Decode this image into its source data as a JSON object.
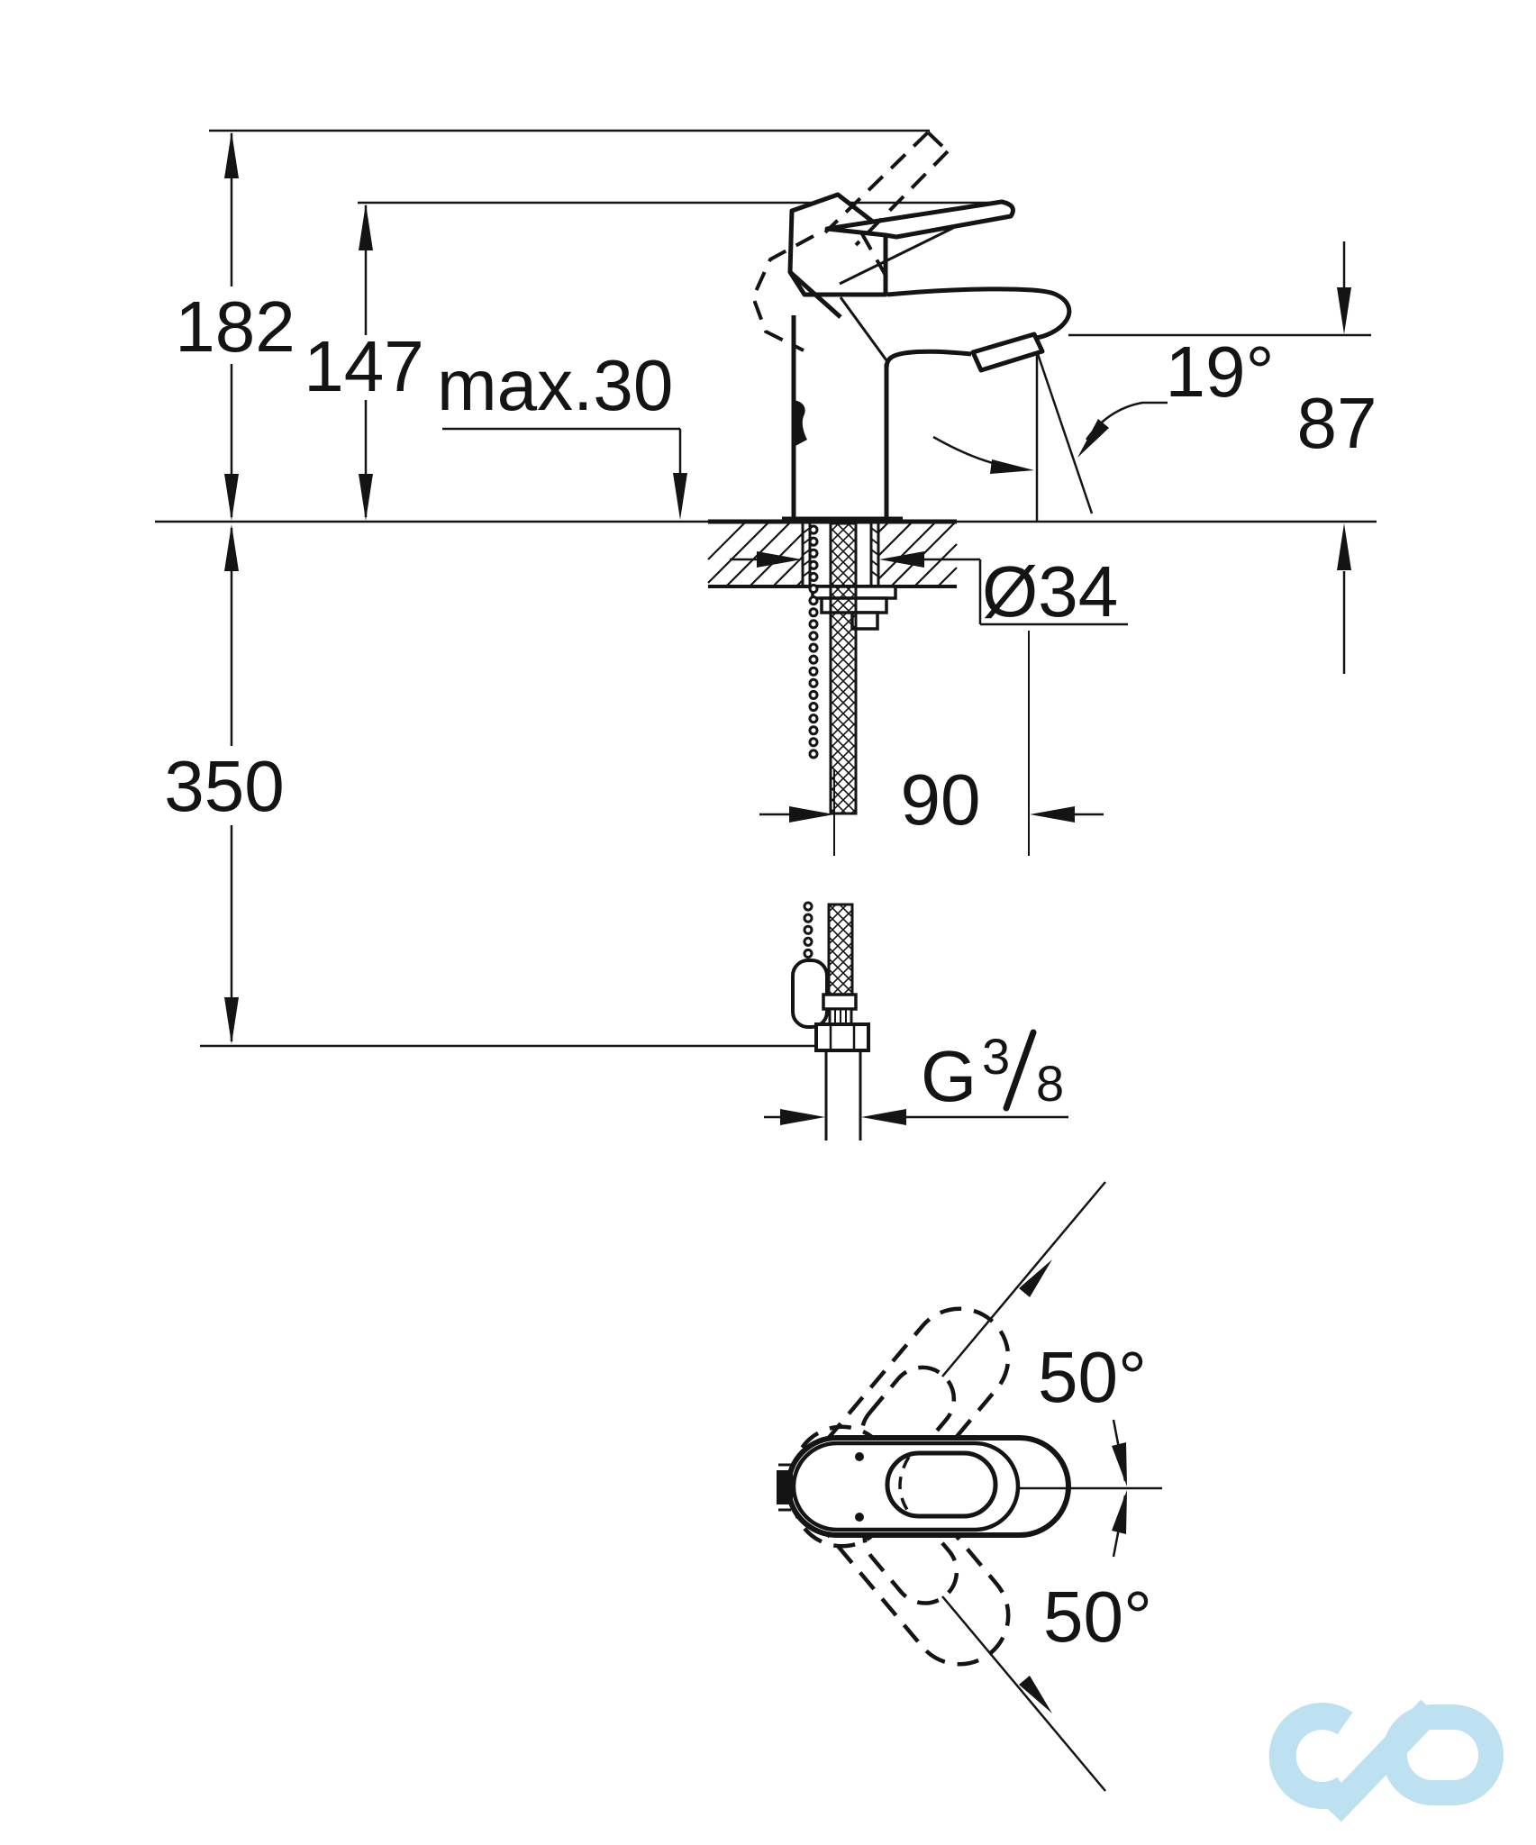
{
  "document": {
    "type": "faucet installation dimension drawing",
    "background_color": "#ffffff",
    "line_color": "#141414",
    "watermark_color": "#bee1f2"
  },
  "side_view": {
    "labels": {
      "total_height": "182",
      "body_height": "147",
      "max_deck_thickness": "max.30",
      "stream_angle": "19°",
      "spout_height": "87",
      "hole_diameter": "Ø34",
      "hose_drop": "350",
      "spout_projection": "90",
      "thread_g": "G",
      "thread_numerator": "3",
      "thread_denominator": "8"
    }
  },
  "top_view": {
    "labels": {
      "swivel_upper": "50°",
      "swivel_lower": "50°"
    }
  }
}
